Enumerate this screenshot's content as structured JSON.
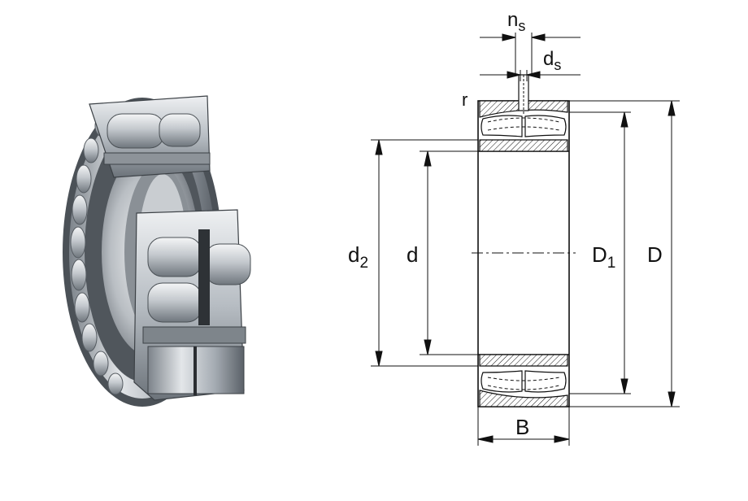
{
  "labels": {
    "n_main": "n",
    "n_sub": "s",
    "d_main": "d",
    "ds_sub": "s",
    "r": "r",
    "d2_main": "d",
    "d2_sub": "2",
    "d": "d",
    "D1_main": "D",
    "D1_sub": "1",
    "D": "D",
    "B": "B"
  },
  "colors": {
    "ink": "#111111",
    "steel_light": "#d9dcdf",
    "steel_mid": "#a9afb5",
    "steel_dark": "#5e656c",
    "steel_black": "#2a2d31"
  }
}
